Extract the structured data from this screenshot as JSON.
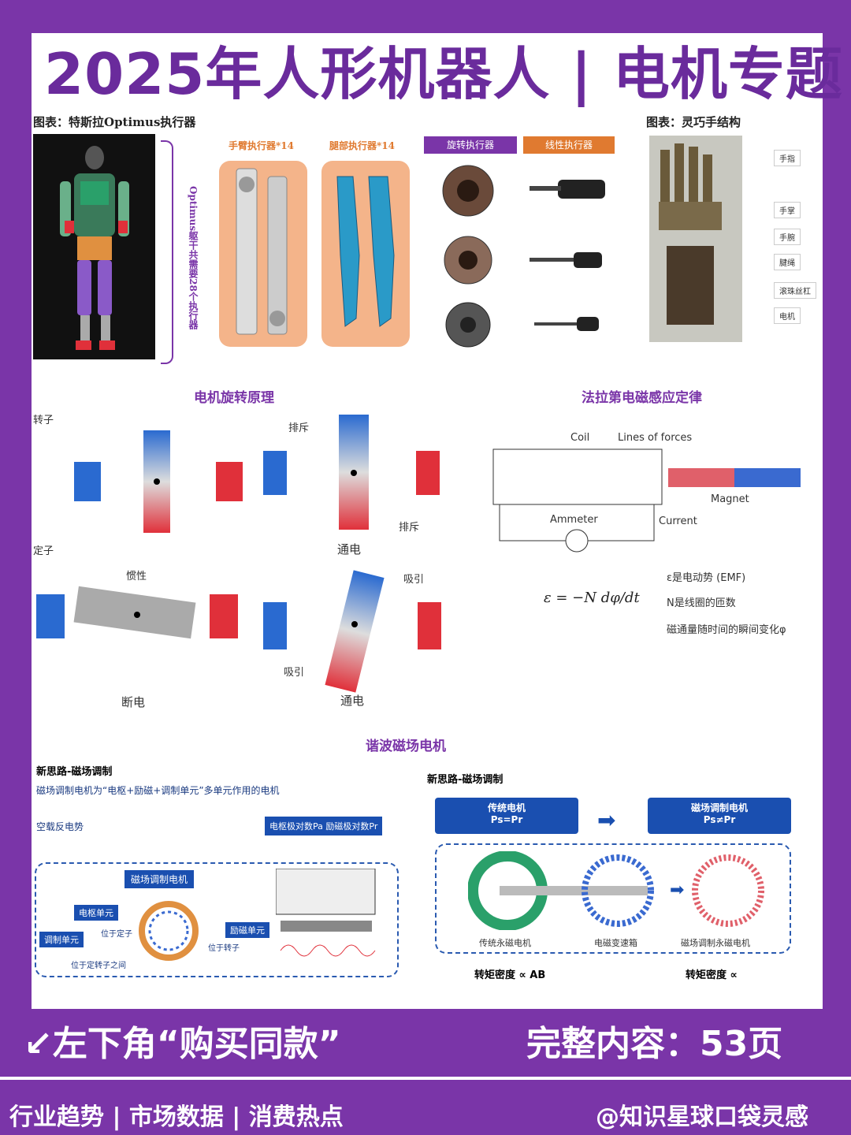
{
  "title": "2025年人形机器人 | 电机专题",
  "section1": {
    "caption_left": "图表：特斯拉Optimus执行器",
    "vertical_note": "Optimus躯干共需要28个执行器",
    "arm_label": "手臂执行器*14",
    "leg_label": "腿部执行器*14",
    "rotary_label": "旋转执行器",
    "linear_label": "线性执行器",
    "caption_right": "图表：灵巧手结构",
    "hand_parts": [
      "手指",
      "手掌",
      "手腕",
      "腱绳",
      "滚珠丝杠",
      "电机"
    ]
  },
  "section2": {
    "title_left": "电机旋转原理",
    "title_right": "法拉第电磁感应定律",
    "rotor": "转子",
    "stator": "定子",
    "repel": "排斥",
    "attract": "吸引",
    "inertia": "惯性",
    "power_on": "通电",
    "power_off": "断电",
    "coil": "Coil",
    "lines_of_forces": "Lines of forces",
    "magnet": "Magnet",
    "ammeter": "Ammeter",
    "current": "Current",
    "emf_notes": [
      "ε是电动势 (EMF)",
      "N是线圈的匝数",
      "磁通量随时间的瞬间变化φ"
    ]
  },
  "section3": {
    "title": "谐波磁场电机",
    "left_heading": "新思路-磁场调制",
    "left_bullets": [
      "磁场调制电机为“电枢+励磁+调制单元”多单元作用的电机",
      "空载反电势"
    ],
    "left_box": "电枢极对数Pa 励磁极对数Pr",
    "diagram_title": "磁场调制电机",
    "units": [
      "电枢单元",
      "调制单元",
      "励磁单元",
      "位于定子",
      "位于转子",
      "位于定转子之间"
    ],
    "right_heading": "新思路-磁场调制",
    "traditional": "传统电机",
    "traditional_eq": "Ps=Pr",
    "modulated": "磁场调制电机",
    "modulated_eq": "Ps≠Pr",
    "pics": [
      "传统永磁电机",
      "电磁变速箱",
      "磁场调制永磁电机"
    ],
    "torque1": "转矩密度 ∝ AB",
    "torque2": "转矩密度 ∝"
  },
  "bottom_left": "↙左下角“购买同款”",
  "bottom_right": "完整内容：53页",
  "footer_left": "行业趋势 | 市场数据 | 消费热点",
  "footer_right": "@知识星球口袋灵感",
  "colors": {
    "purple": "#7a35a8",
    "orange": "#e07a30",
    "blue": "#1a4fb0"
  }
}
